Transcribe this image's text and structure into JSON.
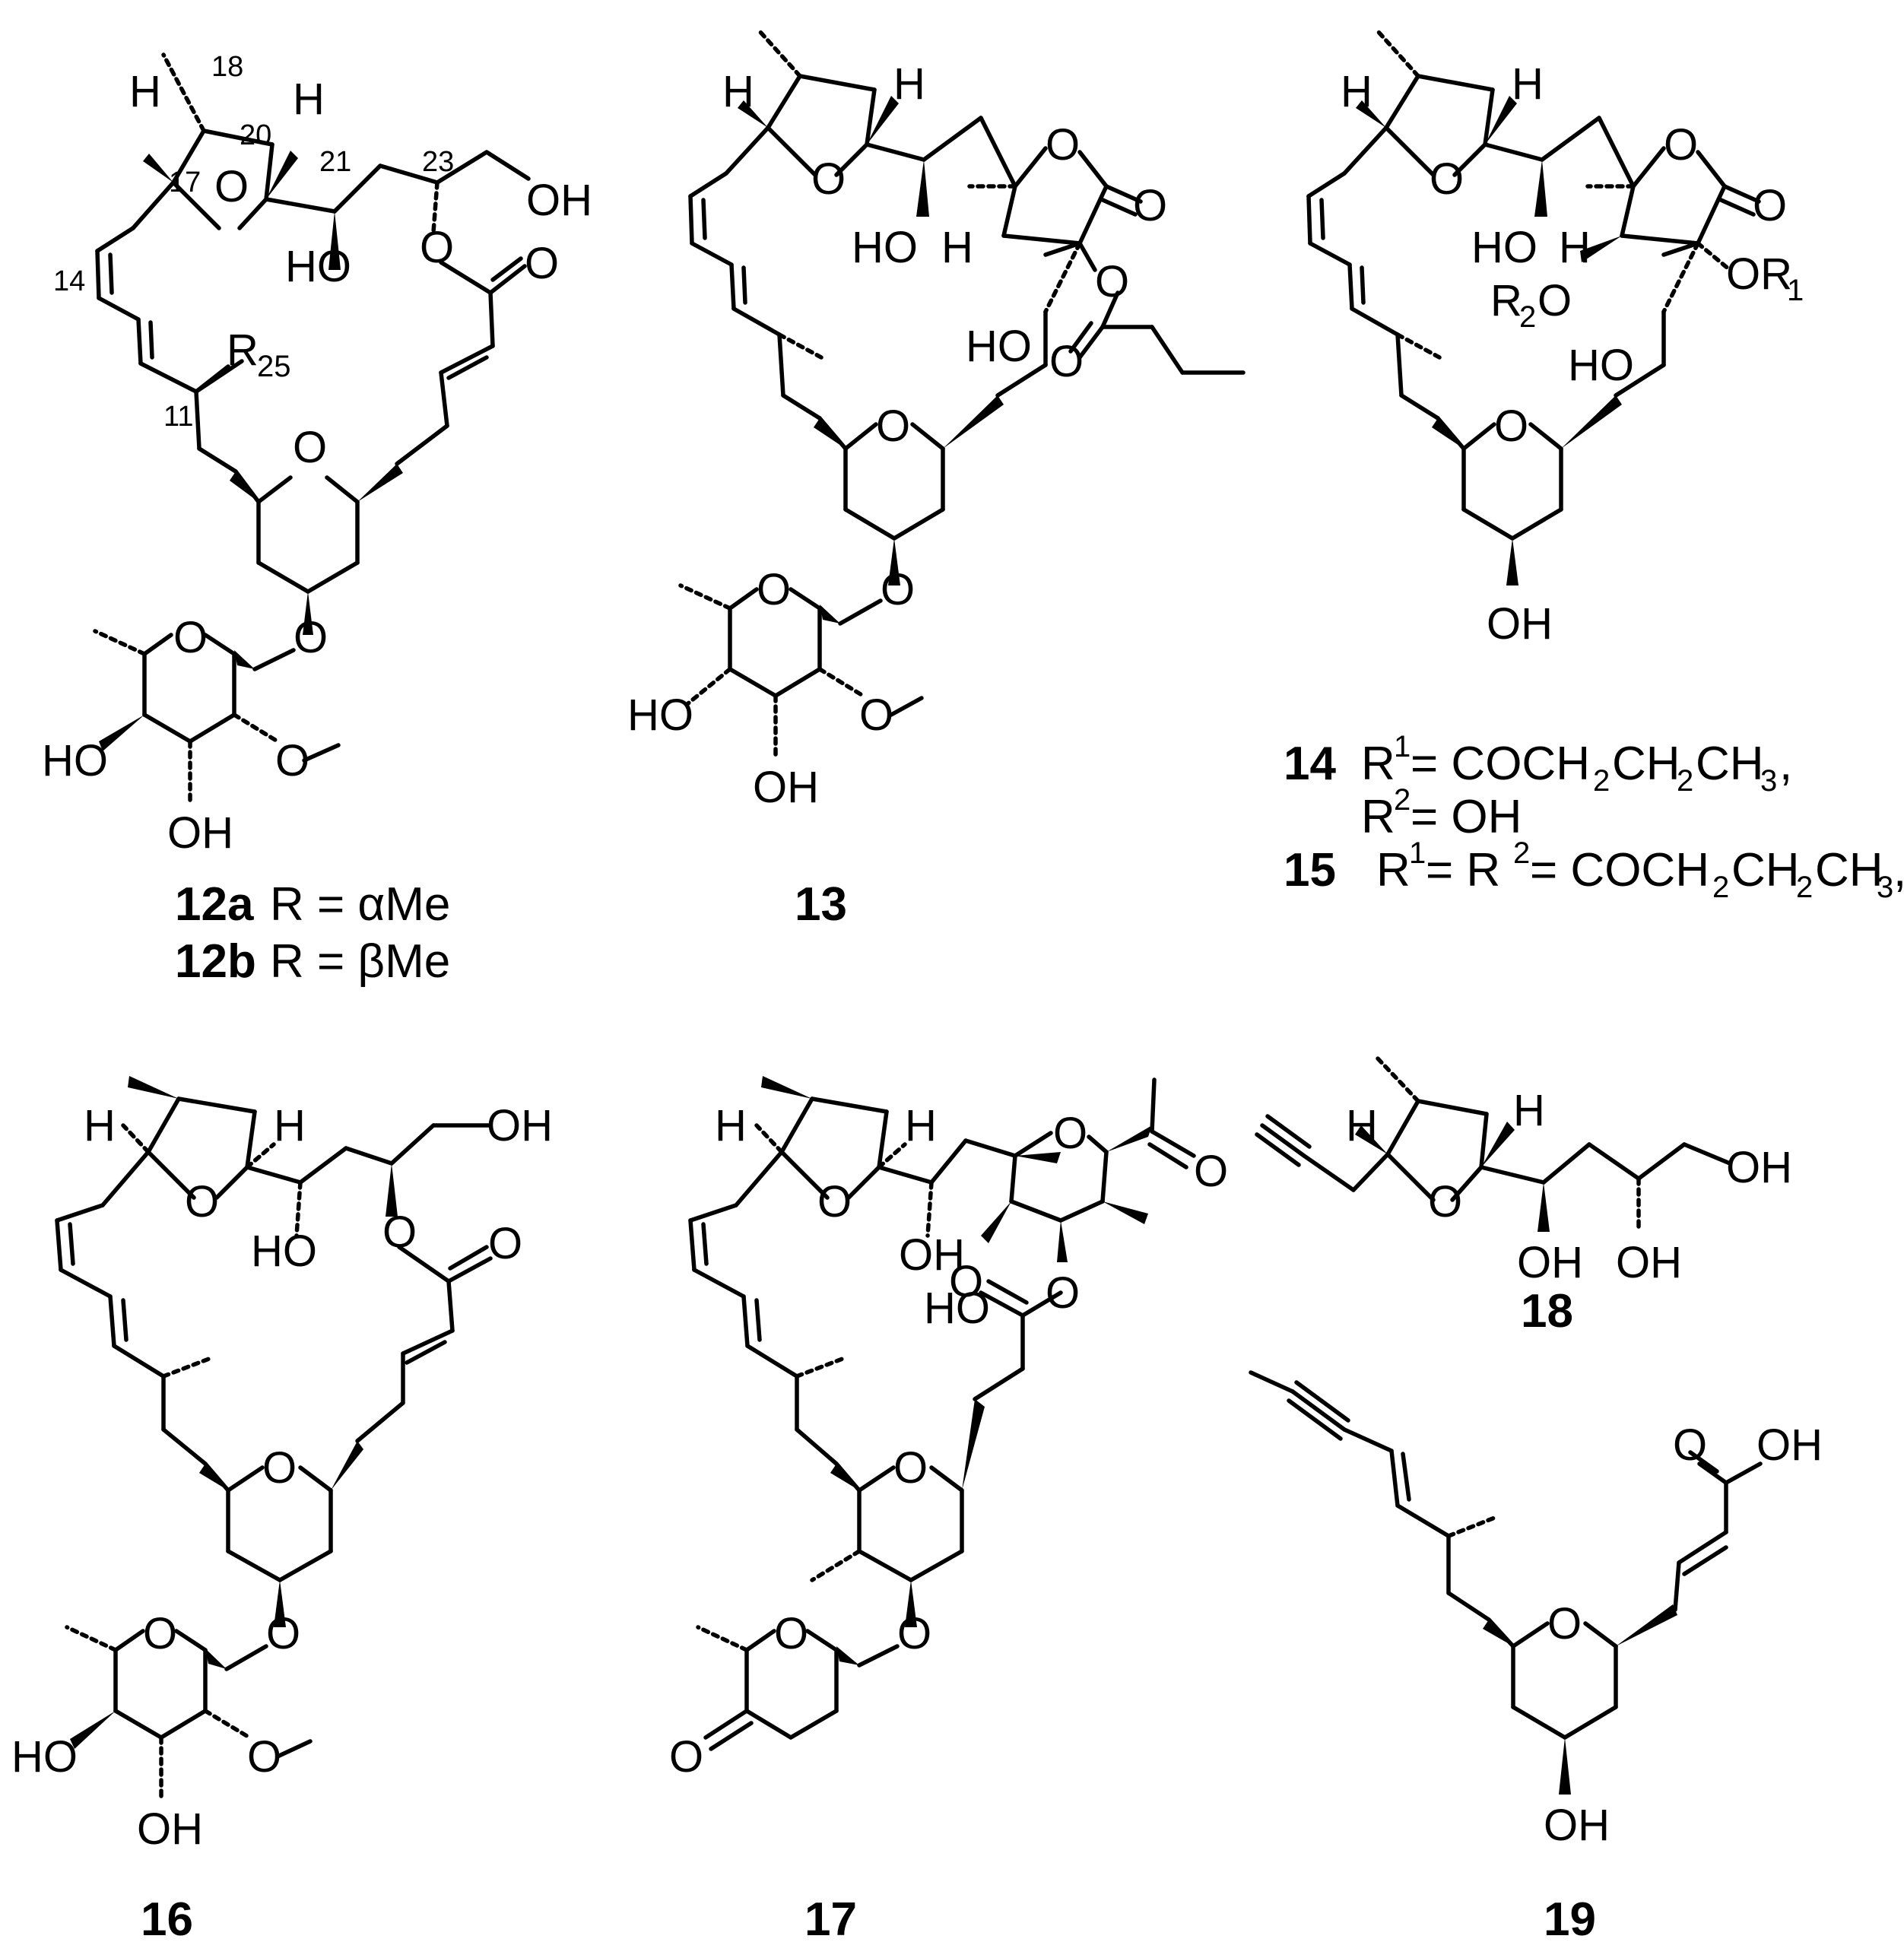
{
  "compound_labels": {
    "c12a": "12a",
    "c12a_def": "R = αMe",
    "c12b": "12b",
    "c12b_def": "R = βMe",
    "c13": "13",
    "c14": "14",
    "c14_r1_lead": "R",
    "c14_r1_sup": "1",
    "c14_r1_eq": " = COCH",
    "c14_r1_s2a": "2",
    "c14_r1_ch": "CH",
    "c14_r1_s2b": "2",
    "c14_r1_end": "CH",
    "c14_r1_s3": "3",
    "c14_r1_tail": ",",
    "c14_r2_lead": "R",
    "c14_r2_sup": "2",
    "c14_r2_eq": " = OH",
    "c15": "15",
    "c15_lead": "R",
    "c15_sup1": "1",
    "c15_mid": " = R",
    "c15_sup2": "2",
    "c15_eq": " = COCH",
    "c15_s2a": "2",
    "c15_ch": "CH",
    "c15_s2b": "2",
    "c15_end": "CH",
    "c15_s3": "3",
    "c15_tail": ",",
    "c16": "16",
    "c17": "17",
    "c18": "18",
    "c19": "19"
  },
  "atom_labels": {
    "H": "H",
    "O": "O",
    "OH": "OH",
    "HO": "HO",
    "R": "R",
    "r25_sub": "25",
    "r1_sub": "1",
    "r2_sub": "2",
    "OR": "OR",
    "R2O_R": "R",
    "R2O_O": "O"
  },
  "locants": {
    "n11": "11",
    "n14": "14",
    "n17": "17",
    "n18": "18",
    "n20": "20",
    "n21": "21",
    "n23": "23"
  }
}
